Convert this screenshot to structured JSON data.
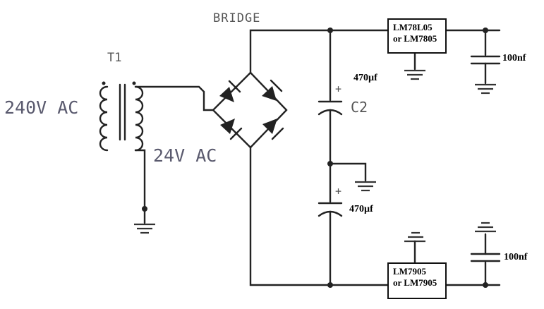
{
  "diagram": {
    "transformer_label": "T1",
    "primary_voltage": "240V AC",
    "secondary_voltage": "24V AC",
    "bridge_label": "BRIDGE",
    "capacitor_label": "C2",
    "cap_top_value": "470µf",
    "cap_bottom_value": "470µf",
    "reg_pos": {
      "line1": "LM78L05",
      "line2": "or LM7805"
    },
    "reg_neg": {
      "line1": "LM7905",
      "line2": "or LM7905"
    },
    "out_cap_top": "100nf",
    "out_cap_bottom": "100nf",
    "plus_sign": "+"
  }
}
